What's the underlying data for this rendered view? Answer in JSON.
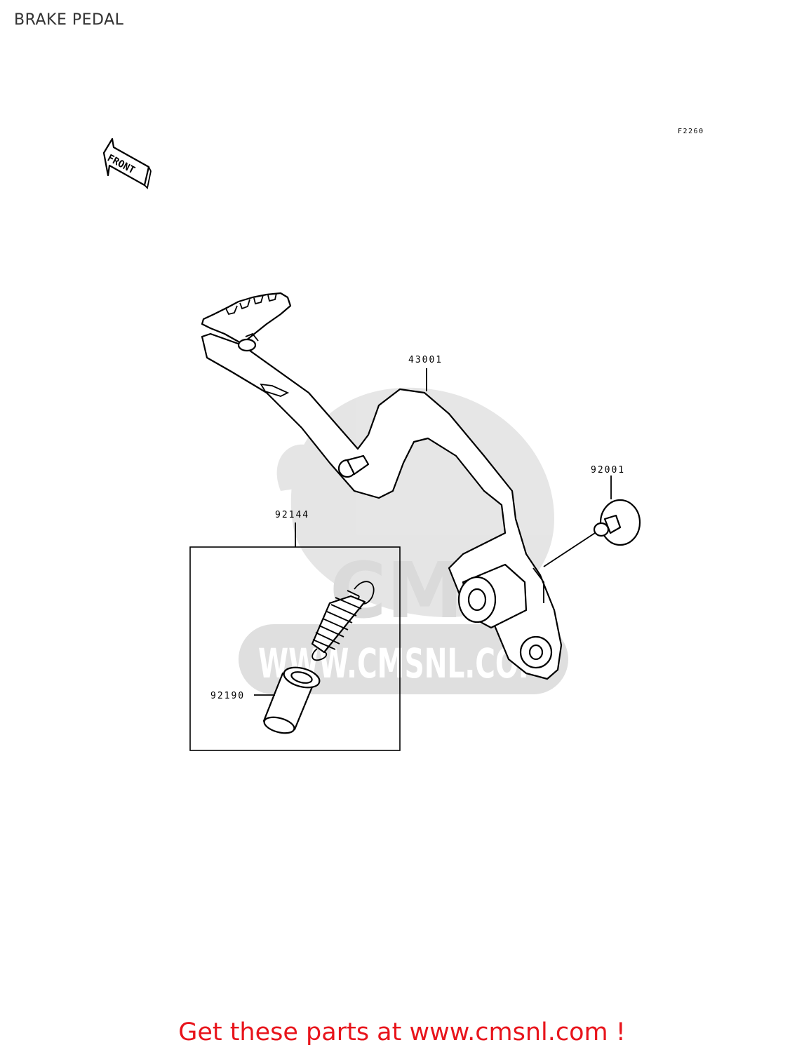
{
  "page": {
    "title": "BRAKE PEDAL",
    "promo_text": "Get these parts at www.cmsnl.com !"
  },
  "diagram": {
    "figure_code": "F2260",
    "front_label": "FRONT",
    "watermark_text": "WWW.CMSNL.COM",
    "watermark_logo_text": "CMS",
    "parts": [
      {
        "number": "43001"
      },
      {
        "number": "92001"
      },
      {
        "number": "92144"
      },
      {
        "number": "92190"
      }
    ]
  },
  "colors": {
    "promo": "#e8141b",
    "watermark": "#dcdcdc",
    "line": "#000000"
  }
}
